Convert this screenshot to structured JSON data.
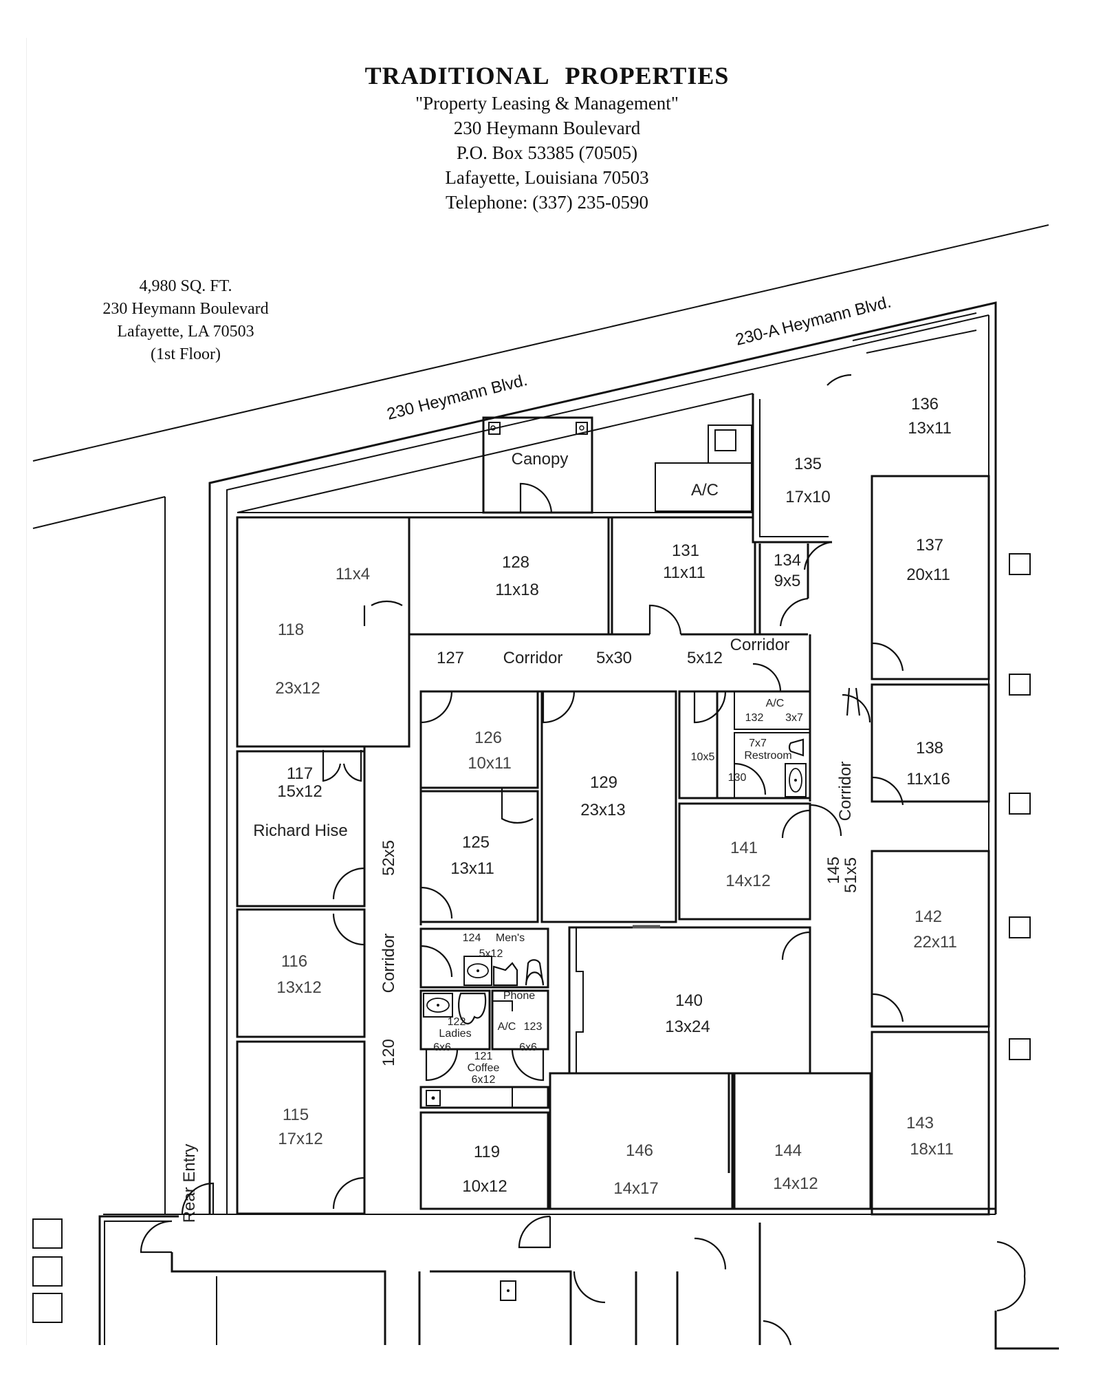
{
  "header": {
    "company": "TRADITIONAL PROPERTIES",
    "tagline": "\"Property Leasing & Management\"",
    "address": "230 Heymann Boulevard",
    "po_box": "P.O. Box 53385 (70505)",
    "city": "Lafayette, Louisiana  70503",
    "phone": "Telephone: (337) 235-0590"
  },
  "property_info": {
    "area": "4,980 SQ. FT.",
    "address": "230 Heymann Boulevard",
    "city": "Lafayette, LA 70503",
    "floor": "(1st Floor)"
  },
  "streets": {
    "main": "230 Heymann Blvd.",
    "annex": "230-A Heymann Blvd."
  },
  "rooms": {
    "r118": {
      "number": "118",
      "size": "23x12",
      "sub_size": "11x4"
    },
    "r117": {
      "number": "117",
      "size": "15x12",
      "tenant": "Richard Hise"
    },
    "r116": {
      "number": "116",
      "size": "13x12"
    },
    "r115": {
      "number": "115",
      "size": "17x12"
    },
    "r128": {
      "number": "128",
      "size": "11x18"
    },
    "r131": {
      "number": "131",
      "size": "11x11"
    },
    "r134": {
      "number": "134",
      "size": "9x5"
    },
    "r135": {
      "number": "135",
      "size": "17x10"
    },
    "r136": {
      "number": "136",
      "size": "13x11"
    },
    "r137": {
      "number": "137",
      "size": "20x11"
    },
    "r138": {
      "number": "138",
      "size": "11x16"
    },
    "r142": {
      "number": "142",
      "size": "22x11"
    },
    "r143": {
      "number": "143",
      "size": "18x11"
    },
    "r126": {
      "number": "126",
      "size": "10x11"
    },
    "r125": {
      "number": "125",
      "size": "13x11"
    },
    "r129": {
      "number": "129",
      "size": "23x13"
    },
    "r141": {
      "number": "141",
      "size": "14x12"
    },
    "r140": {
      "number": "140",
      "size": "13x24"
    },
    "r130": {
      "number": "130",
      "size": "10x5"
    },
    "r132": {
      "number": "132",
      "size": "3x7",
      "name": "A/C"
    },
    "restroom": {
      "size": "7x7",
      "name": "Restroom"
    },
    "r124": {
      "number": "124",
      "name": "Men's",
      "size": "5x12"
    },
    "r122": {
      "number": "122",
      "name": "Ladies",
      "size": "6x6"
    },
    "r123": {
      "number": "123",
      "name": "A/C",
      "size": "6x6",
      "phone": "Phone"
    },
    "r121": {
      "number": "121",
      "name": "Coffee",
      "size": "6x12"
    },
    "r119": {
      "number": "119",
      "size": "10x12"
    },
    "r146": {
      "number": "146",
      "size": "14x17"
    },
    "r144": {
      "number": "144",
      "size": "14x12"
    }
  },
  "corridors": {
    "c127": {
      "number": "127",
      "name": "Corridor",
      "size": "5x30"
    },
    "c5x12": {
      "size": "5x12",
      "name": "Corridor"
    },
    "c120": {
      "number": "120",
      "name": "Corridor",
      "size": "52x5"
    },
    "c145": {
      "number": "145",
      "name": "Corridor",
      "size": "51x5"
    }
  },
  "features": {
    "canopy": "Canopy",
    "ac_unit": "A/C",
    "rear_entry": "Rear Entry"
  }
}
